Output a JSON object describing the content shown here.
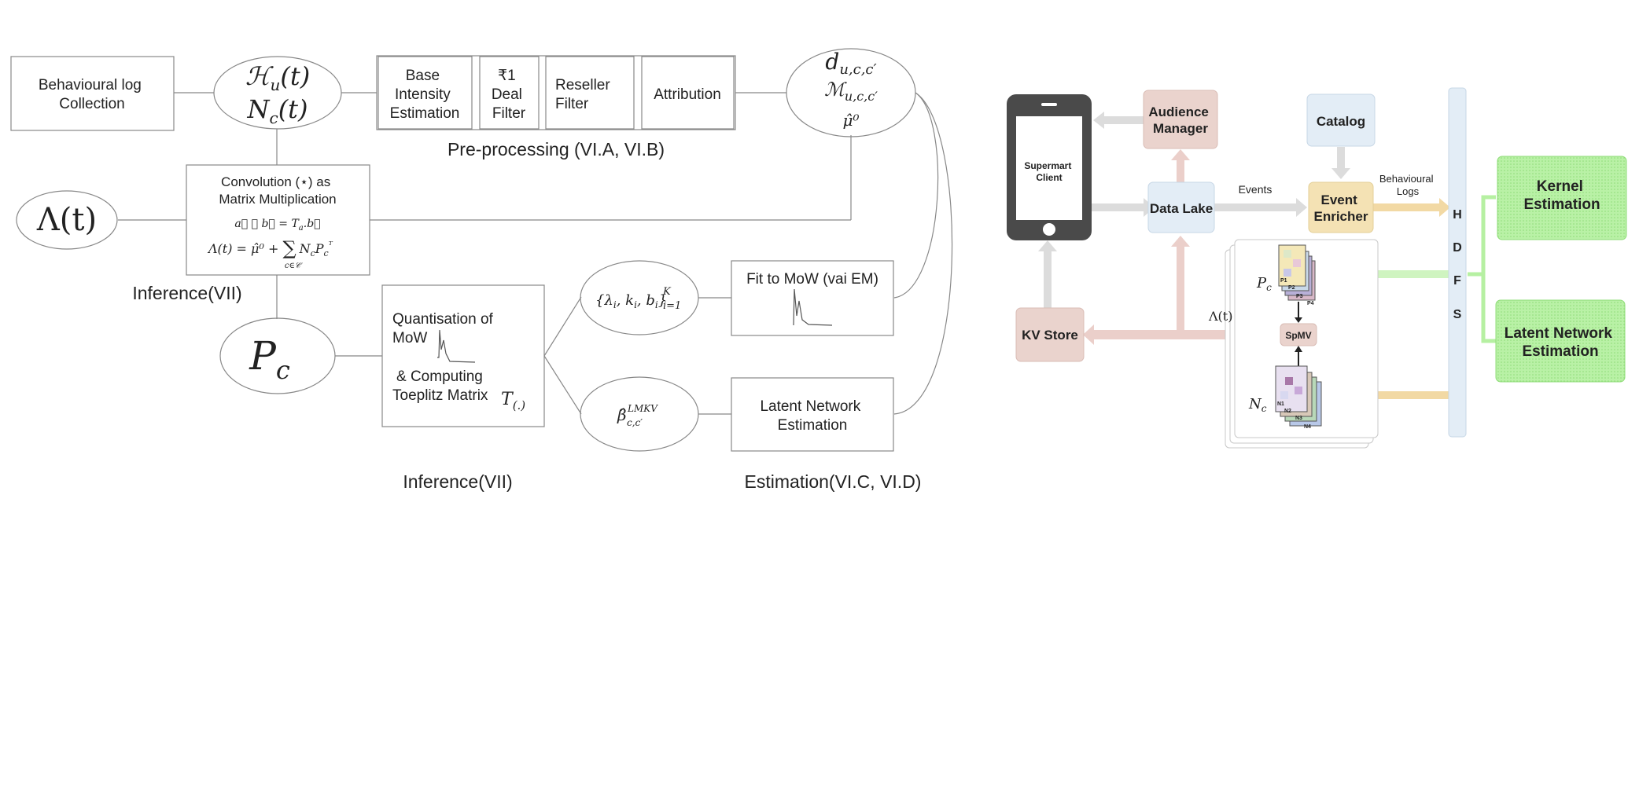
{
  "left_diagram": {
    "behavioural_log": "Behavioural log\nCollection",
    "history_node": {
      "line1": "ℋ",
      "line1_sub": "u",
      "line1_arg": "(t)",
      "line2": "N",
      "line2_sub": "c",
      "line2_arg": "(t)"
    },
    "preprocessing_boxes": [
      "Base\nIntensity\nEstimation",
      "₹1\nDeal\nFilter",
      "Reseller\nFilter",
      "Attribution"
    ],
    "preprocessing_label": "Pre-processing (VI.A, VI.B)",
    "params_node": {
      "line1": "d",
      "line1_sub": "u,c,c′",
      "line2": "ℳ",
      "line2_sub": "u,c,c′",
      "line3": "μ̂⁰"
    },
    "lambda_node": "Λ(t)",
    "convolution_box": {
      "title": "Convolution (⋆) as\nMatrix Multiplication",
      "eq1": "a⃗ ⋆ b⃗ = T",
      "eq1_sub": "a",
      "eq1_tail": ".b⃗",
      "eq2_head": "Λ(t) = μ̂⁰ + ",
      "eq2_sum": "∑",
      "eq2_sum_sub": "c∈𝒞",
      "eq2_tail": "N",
      "eq2_tail_sub": "c",
      "eq2_tail2": "P",
      "eq2_tail2_sub": "c",
      "eq2_tail2_sup": "ᵀ"
    },
    "inference_label_1": "Inference(VII)",
    "pc_node": {
      "main": "P",
      "sub": "c"
    },
    "quantisation_box": {
      "line1": "Quantisation of",
      "line2": "MoW",
      "line3": "& Computing",
      "line4": "Toeplitz Matrix",
      "math": "T",
      "math_sub": "(.)"
    },
    "mow_params_node": {
      "main": "{λ",
      "rest": "i",
      "body": ", k",
      "b2": "i",
      "b3": ", b",
      "b4": "i",
      "b5": "}",
      "sup": "K",
      "sub": "i=1"
    },
    "beta_node": {
      "main": "β̂",
      "sup": "LMKV",
      "sub": "c,c′"
    },
    "fit_box": "Fit to MoW (vai EM)",
    "latent_box": "Latent Network\nEstimation",
    "inference_label_2": "Inference(VII)",
    "estimation_label": "Estimation(VI.C, VI.D)"
  },
  "right_diagram": {
    "phone": "Supermart\nClient",
    "audience_manager": "Audience\nManager",
    "catalog": "Catalog",
    "data_lake": "Data Lake",
    "events_label": "Events",
    "event_enricher": "Event\nEnricher",
    "behavioural_logs_label": "Behavioural\nLogs",
    "hdfs_letters": [
      "H",
      "D",
      "F",
      "S"
    ],
    "kernel_estimation": "Kernel\nEstimation",
    "latent_network_estimation": "Latent Network\nEstimation",
    "kv_store": "KV Store",
    "spmv": "SpMV",
    "lambda_label": "Λ(t)",
    "pc_label": {
      "main": "P",
      "sub": "c"
    },
    "nc_label": {
      "main": "N",
      "sub": "c"
    },
    "p_tiles": [
      "P1",
      "P2",
      "P3",
      "P4"
    ],
    "n_tiles": [
      "N1",
      "N2",
      "N3",
      "N4"
    ],
    "colors": {
      "audience": "#ead3cd",
      "catalog": "#e3edf6",
      "datalake": "#e3edf6",
      "enricher": "#f4e2b4",
      "kernel": "#b6f0a2",
      "kvstore": "#ead3cd",
      "hdfs": "#e3edf6",
      "arrow_grey": "#dcdcdc",
      "arrow_red": "#ebcfca",
      "arrow_yellow": "#f2d9a4",
      "arrow_green": "#cff4c0"
    }
  }
}
